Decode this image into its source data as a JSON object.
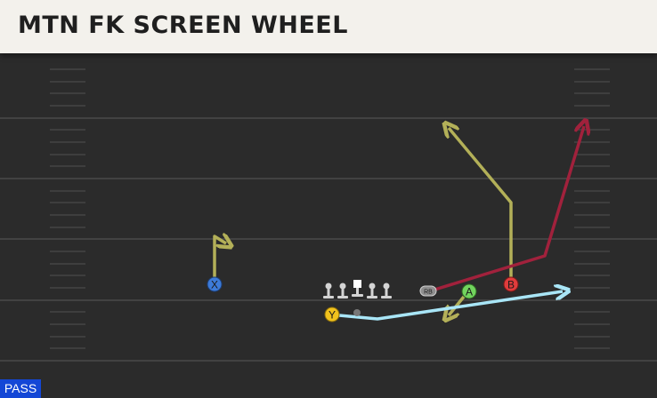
{
  "play": {
    "title": "MTN FK SCREEN WHEEL",
    "type_badge": "PASS"
  },
  "players": {
    "x": "X",
    "y": "Y",
    "a": "A",
    "b": "B",
    "rb": "RB"
  },
  "colors": {
    "field": "#2b2b2b",
    "title_bar": "#f3f1ec",
    "badge": "#1447d6",
    "x_player": "#3d7bd9",
    "y_player": "#f1c21d",
    "a_player": "#72d45e",
    "b_player": "#e03c3c",
    "route_olive": "#b3b058",
    "route_red": "#a1213c",
    "route_blue": "#a9e6f7"
  }
}
